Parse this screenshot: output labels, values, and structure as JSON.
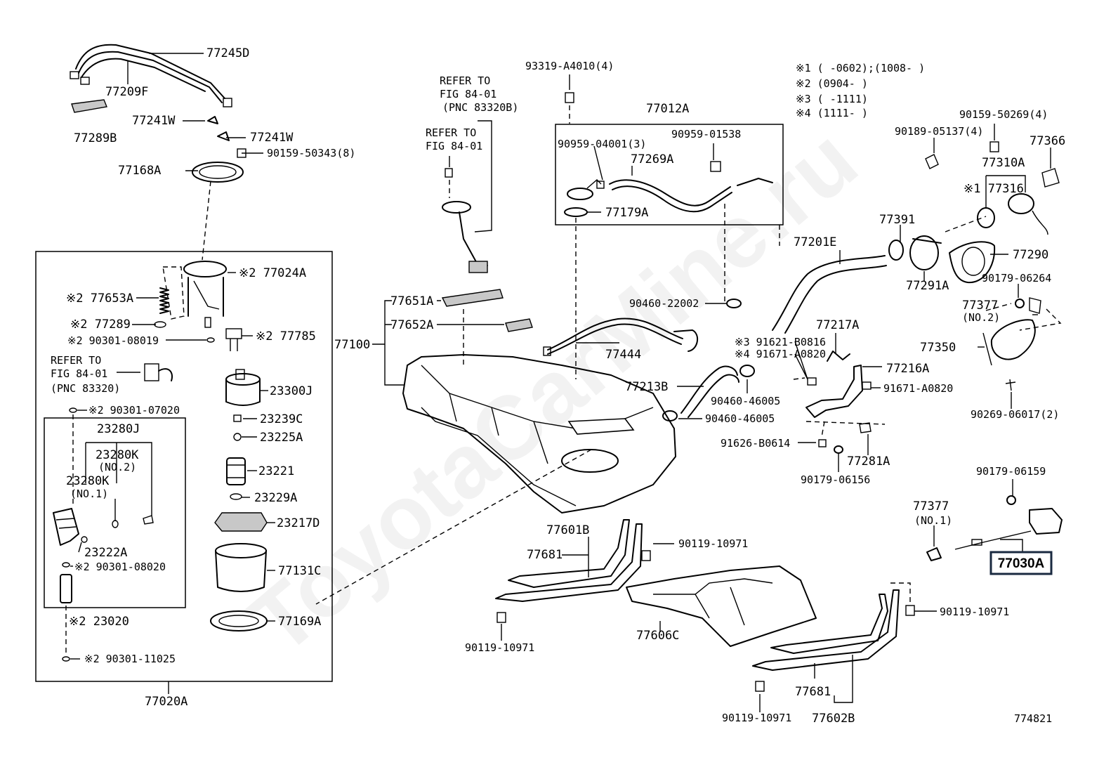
{
  "diagram_id": "774821",
  "watermark": "ToyotaCarMine.ru",
  "accent_color": "#1a2a40",
  "legend": {
    "note1": "※1 (      -0602);(1008-      )",
    "note2": "※2 (0904-      )",
    "note3": "※3 (      -1111)",
    "note4": "※4 (1111-      )"
  },
  "refs": {
    "ref1_line1": "REFER TO",
    "ref1_line2": "FIG 84-01",
    "ref1_line3": "(PNC 83320B)",
    "ref2_line1": "REFER TO",
    "ref2_line2": "FIG 84-01",
    "ref3_line1": "REFER TO",
    "ref3_line2": "FIG 84-01",
    "ref3_line3": "(PNC 83320)"
  },
  "labels": {
    "p77245D": "77245D",
    "p77209F": "77209F",
    "p77241W_a": "77241W",
    "p77241W_b": "77241W",
    "p77289B": "77289B",
    "p90159_50343": "90159-50343(8)",
    "p77168A": "77168A",
    "p77024A": "※2 77024A",
    "p77653A": "※2 77653A",
    "p77289": "※2 77289",
    "p90301_08019": "※2 90301-08019",
    "p77785": "※2 77785",
    "p23300J": "23300J",
    "p90301_07020": "※2 90301-07020",
    "p23239C": "23239C",
    "p23225A": "23225A",
    "p23280J": "23280J",
    "p23280K2": "23280K",
    "p23280K2_sub": "(NO.2)",
    "p23280K1": "23280K",
    "p23280K1_sub": "(NO.1)",
    "p23221": "23221",
    "p23229A": "23229A",
    "p23217D": "23217D",
    "p23222A": "23222A",
    "p90301_08020": "※2 90301-08020",
    "p77131C": "77131C",
    "p23020": "※2 23020",
    "p77169A": "77169A",
    "p90301_11025": "※2 90301-11025",
    "p77020A": "77020A",
    "p93319": "93319-A4010(4)",
    "p77012A": "77012A",
    "p90959_04001": "90959-04001(3)",
    "p90959_01538": "90959-01538",
    "p77269A": "77269A",
    "p77179A": "77179A",
    "p77651A": "77651A",
    "p77652A": "77652A",
    "p77100": "77100",
    "p77444": "77444",
    "p90460_22002": "90460-22002",
    "p77213B": "77213B",
    "p90460_46005a": "90460-46005",
    "p90460_46005b": "90460-46005",
    "p77601B": "77601B",
    "p77681a": "77681",
    "p90119_10971a": "90119-10971",
    "p90119_10971b": "90119-10971",
    "p77606C": "77606C",
    "p90119_10971c": "90119-10971",
    "p77681b": "77681",
    "p90119_10971d": "90119-10971",
    "p77602B": "77602B",
    "p90159_50269": "90159-50269(4)",
    "p90189_05137": "90189-05137(4)",
    "p77366": "77366",
    "p77310A": "77310A",
    "p77316": "※1 77316",
    "p77391": "77391",
    "p77201E": "77201E",
    "p77291A": "77291A",
    "p77290": "77290",
    "p90179_06264": "90179-06264",
    "p77377_2": "77377",
    "p77377_2_sub": "(NO.2)",
    "p77350": "77350",
    "p77217A": "77217A",
    "p91621": "※3 91621-B0816",
    "p91671a": "※4 91671-A0820",
    "p77216A": "77216A",
    "p91671b": "91671-A0820",
    "p90269": "90269-06017(2)",
    "p91626": "91626-B0614",
    "p77281A": "77281A",
    "p90179_06156": "90179-06156",
    "p90179_06159": "90179-06159",
    "p77377_1": "77377",
    "p77377_1_sub": "(NO.1)",
    "p77030A": "77030A"
  }
}
